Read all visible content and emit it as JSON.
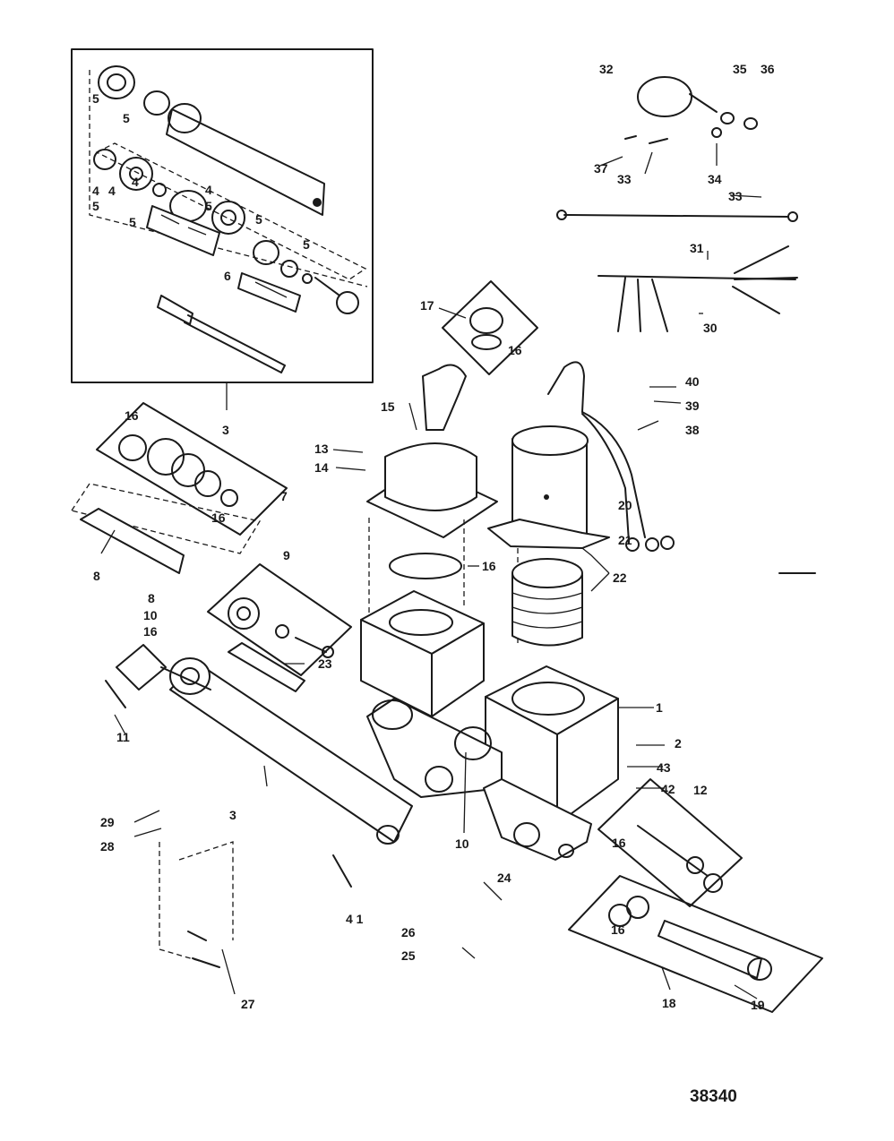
{
  "figure_number": "38340",
  "callouts": [
    {
      "id": "c1",
      "text": "1"
    },
    {
      "id": "c2",
      "text": "2"
    },
    {
      "id": "c3a",
      "text": "3"
    },
    {
      "id": "c3b",
      "text": "3"
    },
    {
      "id": "c4a",
      "text": "4"
    },
    {
      "id": "c4b",
      "text": "4"
    },
    {
      "id": "c4c",
      "text": "4"
    },
    {
      "id": "c4d",
      "text": "4"
    },
    {
      "id": "c5a",
      "text": "5"
    },
    {
      "id": "c5b",
      "text": "5"
    },
    {
      "id": "c5c",
      "text": "5"
    },
    {
      "id": "c5d",
      "text": "5"
    },
    {
      "id": "c5e",
      "text": "5"
    },
    {
      "id": "c5f",
      "text": "5"
    },
    {
      "id": "c5g",
      "text": "5"
    },
    {
      "id": "c6",
      "text": "6"
    },
    {
      "id": "c7",
      "text": "7"
    },
    {
      "id": "c8a",
      "text": "8"
    },
    {
      "id": "c8b",
      "text": "8"
    },
    {
      "id": "c9",
      "text": "9"
    },
    {
      "id": "c10a",
      "text": "10"
    },
    {
      "id": "c10b",
      "text": "10"
    },
    {
      "id": "c11",
      "text": "11"
    },
    {
      "id": "c12",
      "text": "12"
    },
    {
      "id": "c13",
      "text": "13"
    },
    {
      "id": "c14",
      "text": "14"
    },
    {
      "id": "c15",
      "text": "15"
    },
    {
      "id": "c16a",
      "text": "16"
    },
    {
      "id": "c16b",
      "text": "16"
    },
    {
      "id": "c16c",
      "text": "16"
    },
    {
      "id": "c16d",
      "text": "16"
    },
    {
      "id": "c16e",
      "text": "16"
    },
    {
      "id": "c16f",
      "text": "16"
    },
    {
      "id": "c16g",
      "text": "16"
    },
    {
      "id": "c17",
      "text": "17"
    },
    {
      "id": "c18",
      "text": "18"
    },
    {
      "id": "c19",
      "text": "19"
    },
    {
      "id": "c20",
      "text": "20"
    },
    {
      "id": "c21",
      "text": "21"
    },
    {
      "id": "c22",
      "text": "22"
    },
    {
      "id": "c23",
      "text": "23"
    },
    {
      "id": "c24",
      "text": "24"
    },
    {
      "id": "c25",
      "text": "25"
    },
    {
      "id": "c26",
      "text": "26"
    },
    {
      "id": "c27",
      "text": "27"
    },
    {
      "id": "c28",
      "text": "28"
    },
    {
      "id": "c29",
      "text": "29"
    },
    {
      "id": "c30",
      "text": "30"
    },
    {
      "id": "c31",
      "text": "31"
    },
    {
      "id": "c32",
      "text": "32"
    },
    {
      "id": "c33a",
      "text": "33"
    },
    {
      "id": "c33b",
      "text": "33"
    },
    {
      "id": "c34",
      "text": "34"
    },
    {
      "id": "c35",
      "text": "35"
    },
    {
      "id": "c36",
      "text": "36"
    },
    {
      "id": "c37",
      "text": "37"
    },
    {
      "id": "c38",
      "text": "38"
    },
    {
      "id": "c39",
      "text": "39"
    },
    {
      "id": "c40",
      "text": "40"
    },
    {
      "id": "c41",
      "text": "4 1"
    },
    {
      "id": "c42",
      "text": "42"
    },
    {
      "id": "c43",
      "text": "43"
    }
  ]
}
